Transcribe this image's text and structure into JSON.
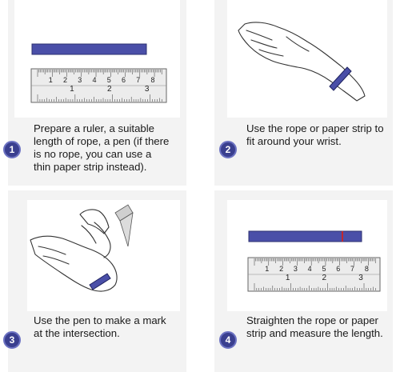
{
  "steps": [
    {
      "number": "1",
      "lines": [
        "Prepare a ruler, a suitable",
        "length of rope, a pen (if there",
        "is no rope, you can use a",
        "thin paper strip  instead)."
      ],
      "illustration": "ruler-and-rope"
    },
    {
      "number": "2",
      "lines": [
        "Use the rope or paper strip to",
        "fit around your wrist."
      ],
      "illustration": "hand-with-band"
    },
    {
      "number": "3",
      "lines": [
        "Use the pen to make a mark",
        "at the intersection."
      ],
      "illustration": "marking-band-with-pen"
    },
    {
      "number": "4",
      "lines": [
        "Straighten the rope or paper",
        "strip and measure the length."
      ],
      "illustration": "ruler-and-marked-rope"
    }
  ],
  "ruler": {
    "cm_labels": [
      "1",
      "2",
      "3",
      "4",
      "5",
      "6",
      "7",
      "8"
    ],
    "inch_labels": [
      "1",
      "2",
      "3"
    ]
  },
  "colors": {
    "rope": "#4a4fa8",
    "mark": "#c0282e",
    "badge": "#3a3f8f",
    "card_bg": "#f3f3f3"
  }
}
